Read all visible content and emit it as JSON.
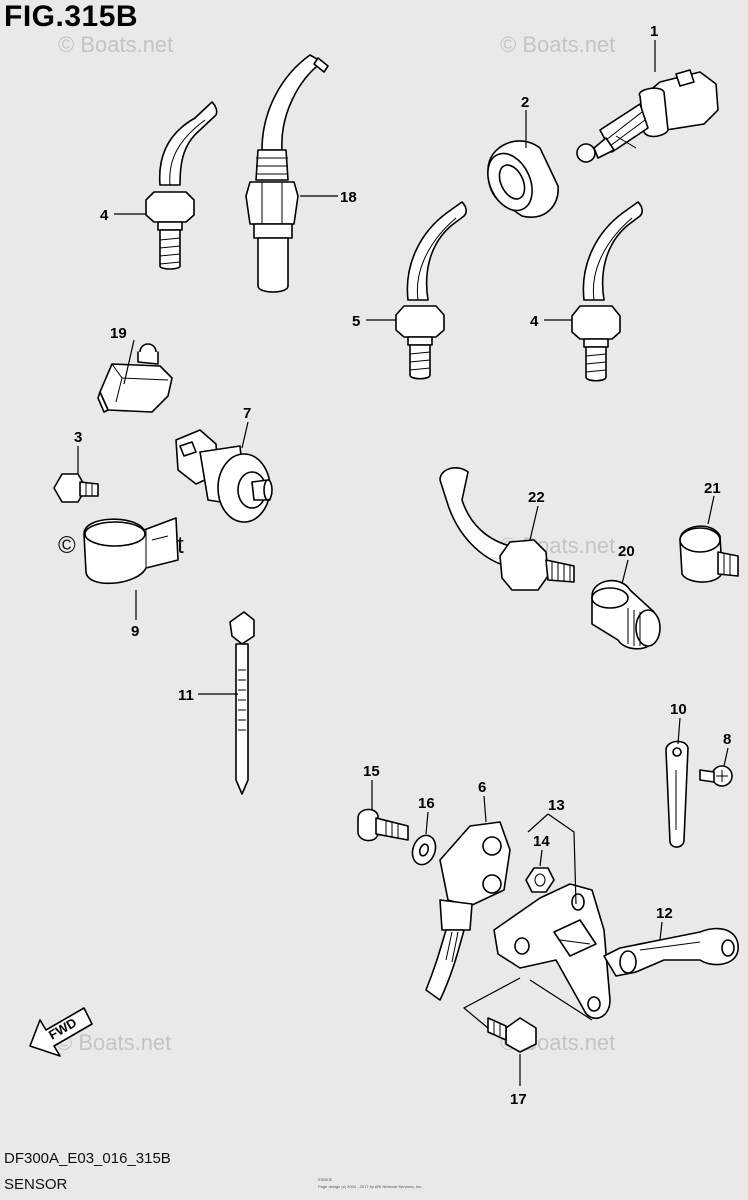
{
  "figure": {
    "title": "FIG.315B",
    "code": "DF300A_E03_016_315B",
    "section": "SENSOR",
    "copyright_line1": "03E60E",
    "copyright_line2": "Page design (c) 2004 - 2017 by ARI Network Services, Inc."
  },
  "watermark": {
    "text": "© Boats.net"
  },
  "direction_marker": {
    "label": "FWD"
  },
  "callouts": [
    "1",
    "2",
    "3",
    "4",
    "4",
    "5",
    "6",
    "7",
    "8",
    "9",
    "10",
    "11",
    "12",
    "13",
    "14",
    "15",
    "16",
    "17",
    "18",
    "19",
    "20",
    "21",
    "22"
  ]
}
